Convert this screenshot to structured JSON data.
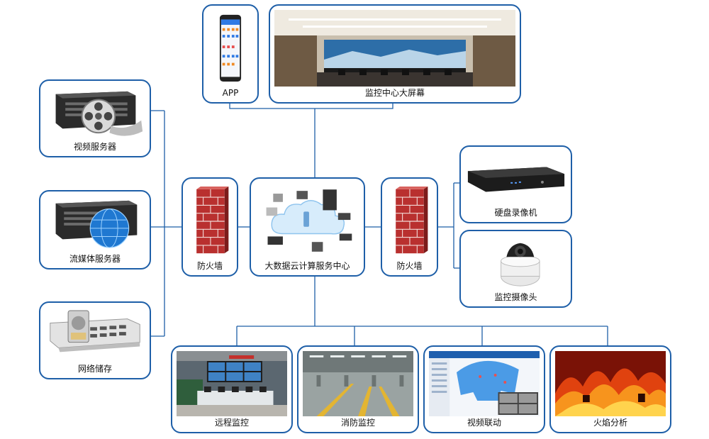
{
  "nodes": {
    "app": "APP",
    "video_wall": "监控中心大屏幕",
    "video_server": "视频服务器",
    "streaming_server": "流媒体服务器",
    "network_storage": "网络储存",
    "firewall_left": "防火墙",
    "cloud_center": "大数据云计算服务中心",
    "firewall_right": "防火墙",
    "dvr": "硬盘录像机",
    "camera": "监控摄像头",
    "remote_monitor": "远程监控",
    "fire_monitor": "消防监控",
    "video_linkage": "视频联动",
    "flame_analysis": "火焰分析"
  },
  "colors": {
    "border": "#1e5fa8",
    "line": "#1e5fa8"
  }
}
